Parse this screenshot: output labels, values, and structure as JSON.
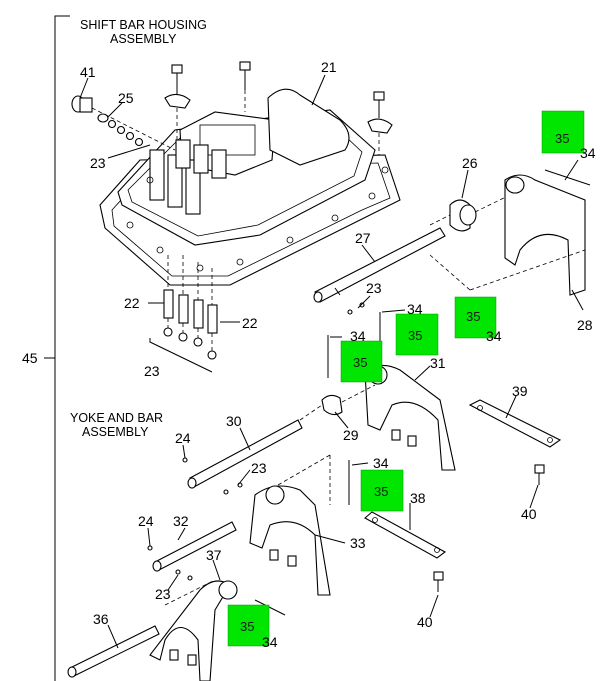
{
  "titles": {
    "shift_bar_line1": "SHIFT BAR HOUSING",
    "shift_bar_line2": "ASSEMBLY",
    "yoke_line1": "YOKE AND BAR",
    "yoke_line2": "ASSEMBLY"
  },
  "labels": {
    "l41": "41",
    "l25": "25",
    "l21": "21",
    "l23a": "23",
    "l26": "26",
    "l34a": "34",
    "l27": "27",
    "l28": "28",
    "l22a": "22",
    "l22b": "22",
    "l23b": "23",
    "l23c": "23",
    "l34b": "34",
    "l34c": "34",
    "l34d": "34",
    "l45": "45",
    "l31": "31",
    "l39": "39",
    "l29": "29",
    "l30": "30",
    "l24a": "24",
    "l23d": "23",
    "l34e": "34",
    "l38": "38",
    "l40a": "40",
    "l24b": "24",
    "l32": "32",
    "l33": "33",
    "l37": "37",
    "l23e": "23",
    "l40b": "40",
    "l36": "36",
    "l34f": "34"
  },
  "highlights": [
    "35",
    "35",
    "35",
    "35",
    "35",
    "35"
  ],
  "colors": {
    "highlight": "#00e600",
    "line": "#000000",
    "background": "#ffffff"
  }
}
